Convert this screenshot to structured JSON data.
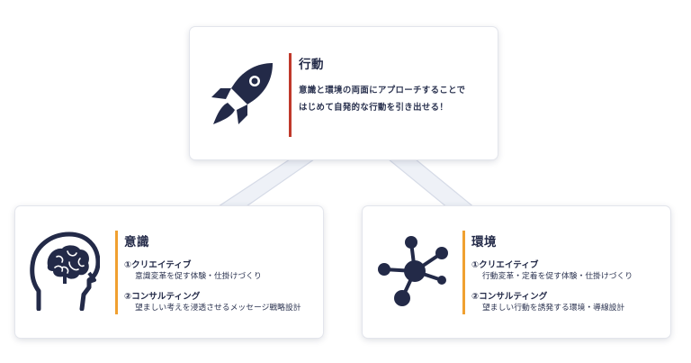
{
  "colors": {
    "navy": "#232a48",
    "red_accent": "#c0392b",
    "orange_accent": "#f0a030",
    "connector": "#d6dbe7"
  },
  "action": {
    "title": "行動",
    "lines": [
      "意識と環境の両面にアプローチすることで",
      "はじめて自発的な行動を引き出せる！"
    ],
    "icon": "rocket-icon"
  },
  "awareness": {
    "title": "意識",
    "icon": "head-brain-icon",
    "items": [
      {
        "title": "①クリエイティブ",
        "desc": "意識変革を促す体験・仕掛けづくり"
      },
      {
        "title": "②コンサルティング",
        "desc": "望ましい考えを浸透させるメッセージ戦略設計"
      }
    ]
  },
  "environment": {
    "title": "環境",
    "icon": "network-icon",
    "items": [
      {
        "title": "①クリエイティブ",
        "desc": "行動変革・定着を促す体験・仕掛けづくり"
      },
      {
        "title": "②コンサルティング",
        "desc": "望ましい行動を誘発する環境・導線設計"
      }
    ]
  }
}
